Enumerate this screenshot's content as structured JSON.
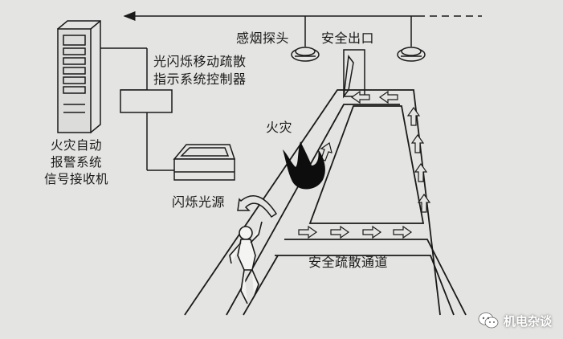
{
  "labels": {
    "alarm_panel": "火灾自动\n报警系统\n信号接收机",
    "controller": "光闪烁移动疏散\n指示系统控制器",
    "smoke_detector": "感烟探头",
    "safety_exit": "安全出口",
    "fire": "火灾",
    "flash_light": "闪烁光源",
    "evacuation_route": "安全疏散通道"
  },
  "watermark": {
    "text": "机电杂谈",
    "icon": "wechat-icon"
  },
  "colors": {
    "background": "#e4e4e2",
    "line": "#1a1a1a",
    "fire": "#0d0d0d"
  }
}
